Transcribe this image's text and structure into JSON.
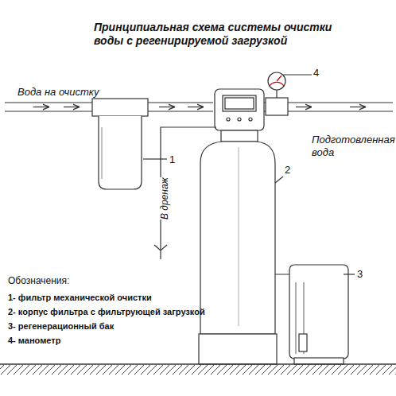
{
  "diagram": {
    "title": "Принципиальная схема системы очистки воды с регенирируемой загрузкой",
    "labels": [
      "Вода на очистку",
      "Подготовленная вода",
      "В дренаж",
      "1",
      "2",
      "3",
      "4",
      "Обозначения:",
      "1- фильтр механической очистки",
      "2- корпус фильтра с фильтрующей загрузкой",
      "3- регенерационный бак",
      "4- манометр"
    ]
  }
}
